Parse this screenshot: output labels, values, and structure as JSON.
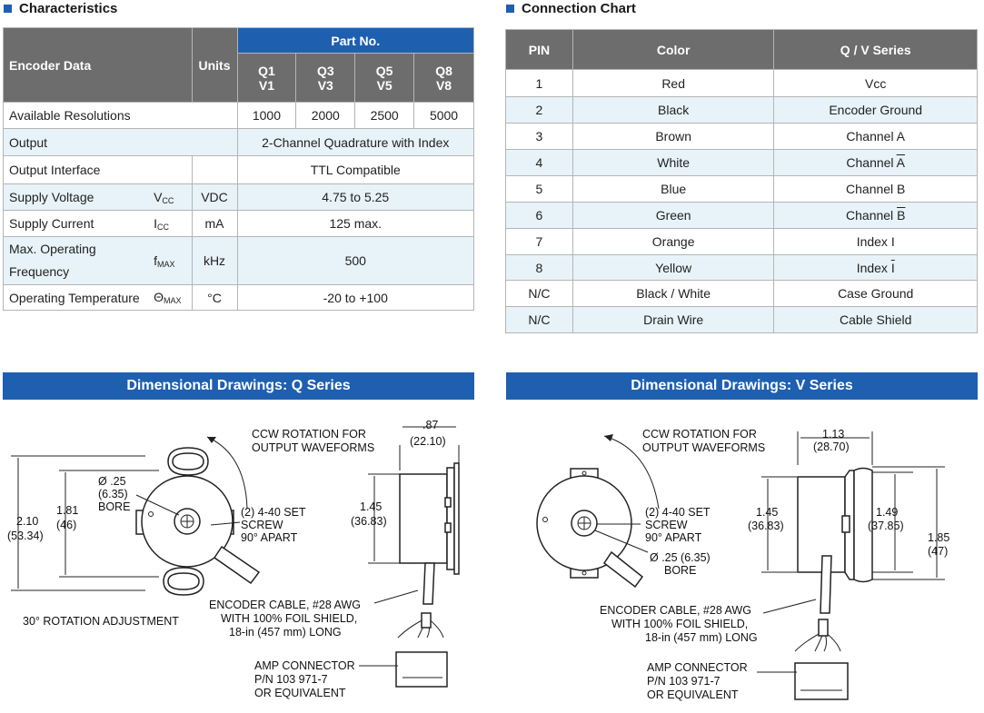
{
  "characteristics": {
    "title": "Characteristics",
    "headers": {
      "encoder_data": "Encoder Data",
      "units": "Units",
      "part_no": "Part No."
    },
    "part_numbers": [
      {
        "top": "Q1",
        "bottom": "V1"
      },
      {
        "top": "Q3",
        "bottom": "V3"
      },
      {
        "top": "Q5",
        "bottom": "V5"
      },
      {
        "top": "Q8",
        "bottom": "V8"
      }
    ],
    "rows": [
      {
        "label": "Available Resolutions",
        "symbol": "",
        "symbol_sub": "",
        "unit": "",
        "values": [
          "1000",
          "2000",
          "2500",
          "5000"
        ]
      },
      {
        "label": "Output",
        "symbol": "",
        "symbol_sub": "",
        "unit": "",
        "value": "2-Channel Quadrature with Index"
      },
      {
        "label": "Output Interface",
        "symbol": "",
        "symbol_sub": "",
        "unit": "",
        "value": "TTL Compatible"
      },
      {
        "label": "Supply Voltage",
        "symbol": "V",
        "symbol_sub": "CC",
        "unit": "VDC",
        "value": "4.75 to 5.25"
      },
      {
        "label": "Supply Current",
        "symbol": "I",
        "symbol_sub": "CC",
        "unit": "mA",
        "value": "125 max."
      },
      {
        "label_line1": "Max. Operating",
        "label_line2": "Frequency",
        "symbol": "f",
        "symbol_sub": "MAX",
        "unit": "kHz",
        "value": "500"
      },
      {
        "label": "Operating Temperature",
        "symbol": "Θ",
        "symbol_sub": "MAX",
        "unit": "°C",
        "value": "-20 to +100"
      }
    ]
  },
  "connection_chart": {
    "title": "Connection Chart",
    "headers": [
      "PIN",
      "Color",
      "Q / V Series"
    ],
    "rows": [
      {
        "pin": "1",
        "color": "Red",
        "signal": "Vcc",
        "overline": ""
      },
      {
        "pin": "2",
        "color": "Black",
        "signal": "Encoder Ground",
        "overline": ""
      },
      {
        "pin": "3",
        "color": "Brown",
        "signal": "Channel A",
        "overline": ""
      },
      {
        "pin": "4",
        "color": "White",
        "signal": "Channel ",
        "overline": "A"
      },
      {
        "pin": "5",
        "color": "Blue",
        "signal": "Channel B",
        "overline": ""
      },
      {
        "pin": "6",
        "color": "Green",
        "signal": "Channel ",
        "overline": "B"
      },
      {
        "pin": "7",
        "color": "Orange",
        "signal": "Index I",
        "overline": ""
      },
      {
        "pin": "8",
        "color": "Yellow",
        "signal": "Index ",
        "overline": "I"
      },
      {
        "pin": "N/C",
        "color": "Black / White",
        "signal": "Case Ground",
        "overline": ""
      },
      {
        "pin": "N/C",
        "color": "Drain Wire",
        "signal": "Cable Shield",
        "overline": ""
      }
    ]
  },
  "q_series": {
    "title": "Dimensional Drawings:  Q Series",
    "labels": {
      "ccw1": "CCW ROTATION FOR",
      "ccw2": "OUTPUT WAVEFORMS",
      "w_in": ".87",
      "w_mm": "(22.10)",
      "h_outer_in": "2.10",
      "h_outer_mm": "(53.34)",
      "h_inner_in": "1.81",
      "h_inner_mm": "(46)",
      "bore1": "Ø .25",
      "bore2": "(6.35)",
      "bore3": "BORE",
      "set1": "(2) 4-40 SET",
      "set2": "SCREW",
      "set3": "90° APART",
      "side_in": "1.45",
      "side_mm": "(36.83)",
      "rot_adj": "30° ROTATION ADJUSTMENT",
      "cable1": "ENCODER CABLE, #28 AWG",
      "cable2": "WITH 100% FOIL SHIELD,",
      "cable3": "18-in (457 mm) LONG",
      "amp1": "AMP CONNECTOR",
      "amp2": "P/N 103 971-7",
      "amp3": "OR EQUIVALENT"
    }
  },
  "v_series": {
    "title": "Dimensional Drawings:  V Series",
    "labels": {
      "ccw1": "CCW ROTATION FOR",
      "ccw2": "OUTPUT WAVEFORMS",
      "w_in": "1.13",
      "w_mm": "(28.70)",
      "set1": "(2) 4-40 SET",
      "set2": "SCREW",
      "set3": "90° APART",
      "bore1": "Ø .25 (6.35)",
      "bore2": "BORE",
      "h1_in": "1.45",
      "h1_mm": "(36.83)",
      "h2_in": "1.49",
      "h2_mm": "(37.85)",
      "h3_in": "1.85",
      "h3_mm": "(47)",
      "cable1": "ENCODER CABLE, #28 AWG",
      "cable2": "WITH 100% FOIL SHIELD,",
      "cable3": "18-in (457 mm) LONG",
      "amp1": "AMP CONNECTOR",
      "amp2": "P/N 103 971-7",
      "amp3": "OR EQUIVALENT"
    }
  }
}
